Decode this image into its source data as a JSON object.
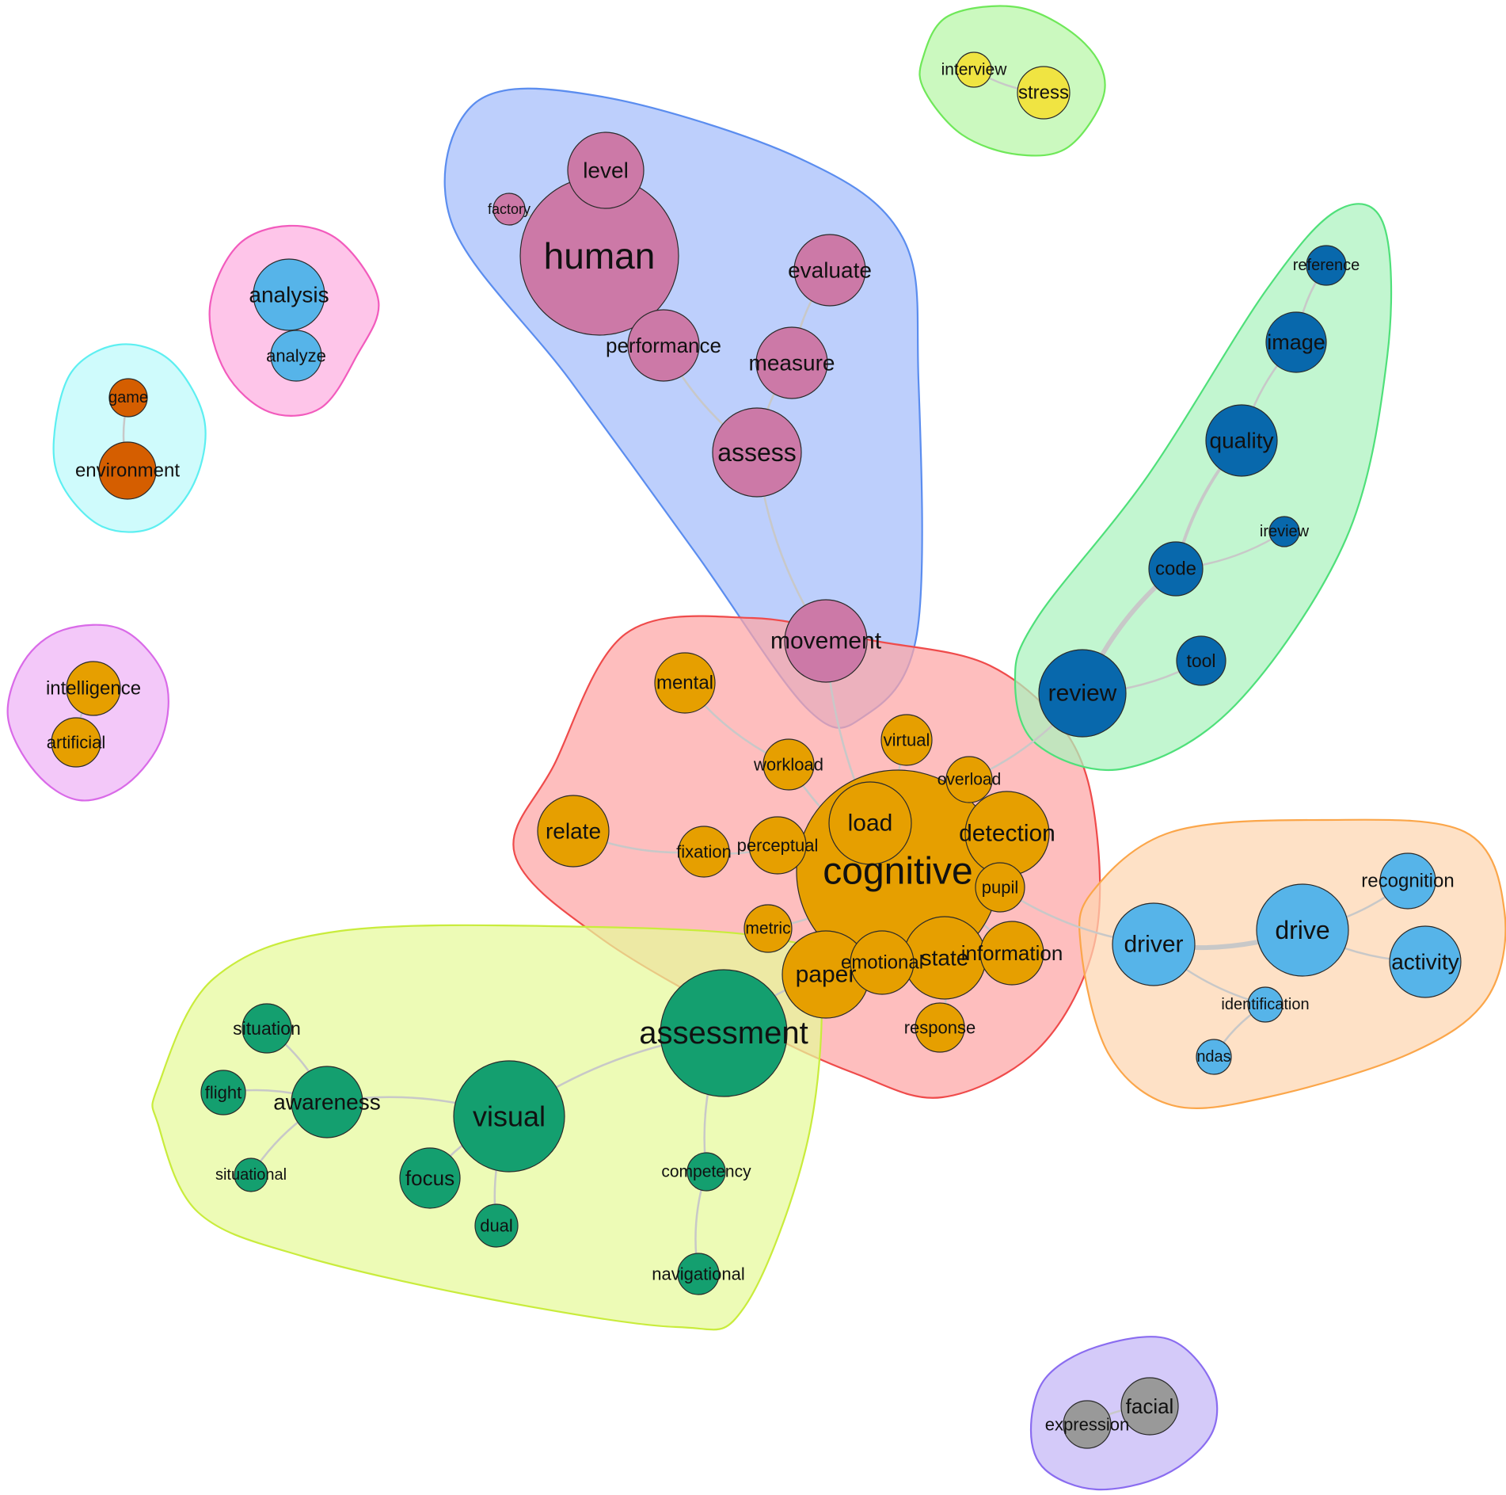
{
  "colors": {
    "cognitive": "#e69f00",
    "human": "#cc79a7",
    "assessment": "#149f6f",
    "light_blue": "#56b4e9",
    "dark_blue": "#0868ac",
    "vermillion": "#d55e00",
    "yellow": "#f0e442",
    "gray": "#999999",
    "edge": "#c8c8c8"
  },
  "clusters": [
    {
      "id": "human",
      "fill": "#a4bdfb",
      "stroke": "#5b8def"
    },
    {
      "id": "cognitive",
      "fill": "#fda5a5",
      "stroke": "#ef4b4b"
    },
    {
      "id": "assessment",
      "fill": "#e6f99a",
      "stroke": "#c9ec3c"
    },
    {
      "id": "review",
      "fill": "#aaf3be",
      "stroke": "#4fe07a"
    },
    {
      "id": "drive",
      "fill": "#fdd6b0",
      "stroke": "#fba64a"
    },
    {
      "id": "interview",
      "fill": "#b7f7a6",
      "stroke": "#6fe859"
    },
    {
      "id": "analysis",
      "fill": "#fdaee0",
      "stroke": "#f25bbd"
    },
    {
      "id": "game",
      "fill": "#bdfafb",
      "stroke": "#5deff1"
    },
    {
      "id": "intelligence",
      "fill": "#efb3f6",
      "stroke": "#d96ae8"
    },
    {
      "id": "facial",
      "fill": "#c4b6f7",
      "stroke": "#8a6cf0"
    }
  ],
  "nodes": [
    {
      "id": "level",
      "label": "level",
      "color": "human"
    },
    {
      "id": "factory",
      "label": "factory",
      "color": "human"
    },
    {
      "id": "human",
      "label": "human",
      "color": "human"
    },
    {
      "id": "evaluate",
      "label": "evaluate",
      "color": "human"
    },
    {
      "id": "performance",
      "label": "performance",
      "color": "human"
    },
    {
      "id": "measure",
      "label": "measure",
      "color": "human"
    },
    {
      "id": "assess",
      "label": "assess",
      "color": "human"
    },
    {
      "id": "movement",
      "label": "movement",
      "color": "human"
    },
    {
      "id": "mental",
      "label": "mental",
      "color": "cognitive"
    },
    {
      "id": "virtual",
      "label": "virtual",
      "color": "cognitive"
    },
    {
      "id": "workload",
      "label": "workload",
      "color": "cognitive"
    },
    {
      "id": "overload",
      "label": "overload",
      "color": "cognitive"
    },
    {
      "id": "cognitive",
      "label": "cognitive",
      "color": "cognitive"
    },
    {
      "id": "load",
      "label": "load",
      "color": "cognitive"
    },
    {
      "id": "detection",
      "label": "detection",
      "color": "cognitive"
    },
    {
      "id": "relate",
      "label": "relate",
      "color": "cognitive"
    },
    {
      "id": "fixation",
      "label": "fixation",
      "color": "cognitive"
    },
    {
      "id": "perceptual",
      "label": "perceptual",
      "color": "cognitive"
    },
    {
      "id": "pupil",
      "label": "pupil",
      "color": "cognitive"
    },
    {
      "id": "metric",
      "label": "metric",
      "color": "cognitive"
    },
    {
      "id": "paper",
      "label": "paper",
      "color": "cognitive"
    },
    {
      "id": "emotional",
      "label": "emotional",
      "color": "cognitive"
    },
    {
      "id": "state",
      "label": "state",
      "color": "cognitive"
    },
    {
      "id": "information",
      "label": "information",
      "color": "cognitive"
    },
    {
      "id": "response",
      "label": "response",
      "color": "cognitive"
    },
    {
      "id": "assessment",
      "label": "assessment",
      "color": "assessment"
    },
    {
      "id": "situation",
      "label": "situation",
      "color": "assessment"
    },
    {
      "id": "flight",
      "label": "flight",
      "color": "assessment"
    },
    {
      "id": "awareness",
      "label": "awareness",
      "color": "assessment"
    },
    {
      "id": "visual",
      "label": "visual",
      "color": "assessment"
    },
    {
      "id": "situational",
      "label": "situational",
      "color": "assessment"
    },
    {
      "id": "focus",
      "label": "focus",
      "color": "assessment"
    },
    {
      "id": "dual",
      "label": "dual",
      "color": "assessment"
    },
    {
      "id": "competency",
      "label": "competency",
      "color": "assessment"
    },
    {
      "id": "navigational",
      "label": "navigational",
      "color": "assessment"
    },
    {
      "id": "reference",
      "label": "reference",
      "color": "dark_blue"
    },
    {
      "id": "image",
      "label": "image",
      "color": "dark_blue"
    },
    {
      "id": "quality",
      "label": "quality",
      "color": "dark_blue"
    },
    {
      "id": "ireview",
      "label": "ireview",
      "color": "dark_blue"
    },
    {
      "id": "code",
      "label": "code",
      "color": "dark_blue"
    },
    {
      "id": "tool",
      "label": "tool",
      "color": "dark_blue"
    },
    {
      "id": "review",
      "label": "review",
      "color": "dark_blue"
    },
    {
      "id": "driver",
      "label": "driver",
      "color": "light_blue"
    },
    {
      "id": "drive",
      "label": "drive",
      "color": "light_blue"
    },
    {
      "id": "recognition",
      "label": "recognition",
      "color": "light_blue"
    },
    {
      "id": "activity",
      "label": "activity",
      "color": "light_blue"
    },
    {
      "id": "identification",
      "label": "identification",
      "color": "light_blue"
    },
    {
      "id": "ndas",
      "label": "ndas",
      "color": "light_blue"
    },
    {
      "id": "interview",
      "label": "interview",
      "color": "yellow"
    },
    {
      "id": "stress",
      "label": "stress",
      "color": "yellow"
    },
    {
      "id": "analysis",
      "label": "analysis",
      "color": "light_blue"
    },
    {
      "id": "analyze",
      "label": "analyze",
      "color": "light_blue"
    },
    {
      "id": "game",
      "label": "game",
      "color": "vermillion"
    },
    {
      "id": "environment",
      "label": "environment",
      "color": "vermillion"
    },
    {
      "id": "intelligence",
      "label": "intelligence",
      "color": "cognitive"
    },
    {
      "id": "artificial",
      "label": "artificial",
      "color": "cognitive"
    },
    {
      "id": "facial",
      "label": "facial",
      "color": "gray"
    },
    {
      "id": "expression",
      "label": "expression",
      "color": "gray"
    }
  ],
  "edges": [
    [
      "human",
      "level"
    ],
    [
      "human",
      "factory"
    ],
    [
      "human",
      "performance"
    ],
    [
      "evaluate",
      "measure"
    ],
    [
      "performance",
      "assess"
    ],
    [
      "measure",
      "assess"
    ],
    [
      "assess",
      "movement"
    ],
    [
      "movement",
      "cognitive"
    ],
    [
      "mental",
      "workload"
    ],
    [
      "workload",
      "cognitive"
    ],
    [
      "virtual",
      "cognitive"
    ],
    [
      "overload",
      "cognitive"
    ],
    [
      "relate",
      "fixation"
    ],
    [
      "fixation",
      "perceptual"
    ],
    [
      "perceptual",
      "cognitive"
    ],
    [
      "load",
      "cognitive"
    ],
    [
      "detection",
      "cognitive"
    ],
    [
      "pupil",
      "cognitive"
    ],
    [
      "metric",
      "cognitive"
    ],
    [
      "paper",
      "cognitive"
    ],
    [
      "emotional",
      "cognitive"
    ],
    [
      "state",
      "cognitive"
    ],
    [
      "information",
      "cognitive"
    ],
    [
      "response",
      "state"
    ],
    [
      "paper",
      "assessment"
    ],
    [
      "assessment",
      "visual"
    ],
    [
      "visual",
      "awareness"
    ],
    [
      "awareness",
      "situation"
    ],
    [
      "awareness",
      "flight"
    ],
    [
      "awareness",
      "situational"
    ],
    [
      "visual",
      "focus"
    ],
    [
      "visual",
      "dual"
    ],
    [
      "assessment",
      "competency"
    ],
    [
      "competency",
      "navigational"
    ],
    [
      "reference",
      "image"
    ],
    [
      "image",
      "quality"
    ],
    [
      "quality",
      "code"
    ],
    [
      "code",
      "ireview"
    ],
    [
      "code",
      "review"
    ],
    [
      "review",
      "tool"
    ],
    [
      "overload",
      "review"
    ],
    [
      "pupil",
      "driver"
    ],
    [
      "driver",
      "drive"
    ],
    [
      "drive",
      "recognition"
    ],
    [
      "drive",
      "activity"
    ],
    [
      "driver",
      "identification"
    ],
    [
      "identification",
      "ndas"
    ],
    [
      "interview",
      "stress"
    ],
    [
      "analysis",
      "analyze"
    ],
    [
      "game",
      "environment"
    ],
    [
      "intelligence",
      "artificial"
    ],
    [
      "facial",
      "expression"
    ]
  ]
}
